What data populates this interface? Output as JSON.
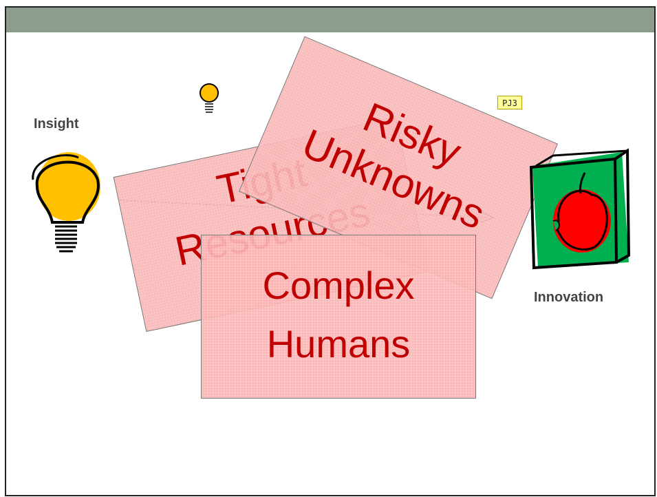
{
  "labels": {
    "insight": "Insight",
    "innovation": "Innovation"
  },
  "cards": {
    "tight_resources": {
      "line1": "Tight",
      "line2": "Resources"
    },
    "risky_unknowns": {
      "line1": "Risky",
      "line2": "Unknowns"
    },
    "complex_humans": {
      "line1": "Complex",
      "line2": "Humans"
    }
  },
  "comment_marker": "PJ3",
  "colors": {
    "header": "#8c9c8d",
    "card_fill": "#f8b2b2",
    "card_text": "#c00000",
    "bulb": "#ffc000",
    "apple": "#ff0000",
    "book": "#00b050"
  },
  "icons": [
    "lightbulb-icon",
    "apple-on-book-icon"
  ]
}
